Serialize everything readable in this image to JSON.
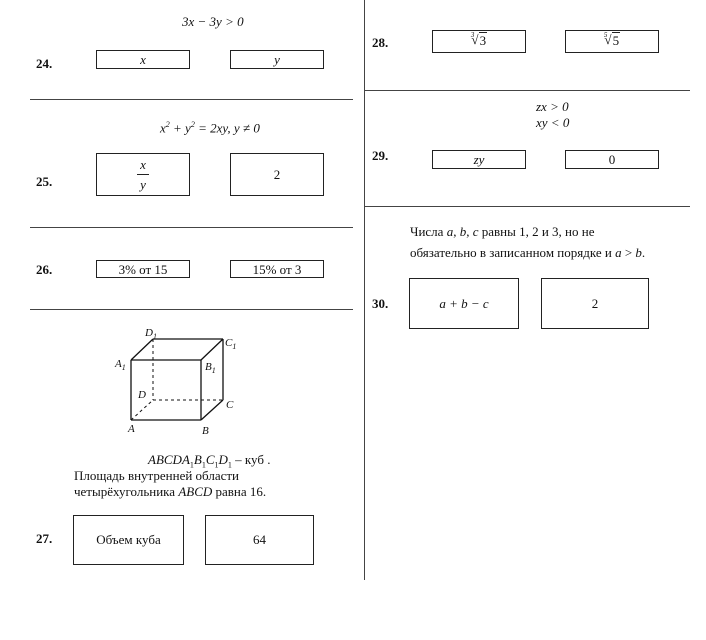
{
  "problems": {
    "p24": {
      "number": "24.",
      "condition": "3x − 3y > 0",
      "a": "x",
      "b": "y"
    },
    "p25": {
      "number": "25.",
      "condition_x": "x",
      "condition_exp": "2",
      "condition_plus": " + y",
      "condition_rest": " = 2xy,   y ≠ 0",
      "a_numerator": "x",
      "a_denominator": "y",
      "b": "2"
    },
    "p26": {
      "number": "26.",
      "a": "3% от 15",
      "b": "15% от 3"
    },
    "p27": {
      "number": "27.",
      "labels": {
        "D1": "D1",
        "C1": "C1",
        "A1": "A1",
        "B1": "B1",
        "D": "D",
        "C": "C",
        "A": "A",
        "B": "B"
      },
      "statement_line1": "ABCDA1B1C1D1 – куб .",
      "statement_line2": "Площадь внутренней области",
      "statement_line3": "четырёхугольника ABCD равна 16.",
      "a": "Объем куба",
      "b": "64"
    },
    "p28": {
      "number": "28.",
      "a_index": "3",
      "a_arg": "3",
      "b_index": "5",
      "b_arg": "5"
    },
    "p29": {
      "number": "29.",
      "condition_line1": "zx > 0",
      "condition_line2": "xy < 0",
      "a": "zy",
      "b": "0"
    },
    "p30": {
      "number": "30.",
      "statement_line1": "Числа a, b, c равны 1, 2 и 3, но не",
      "statement_line2": "обязательно в записанном порядке и a > b.",
      "a": "a + b − c",
      "b": "2"
    }
  }
}
